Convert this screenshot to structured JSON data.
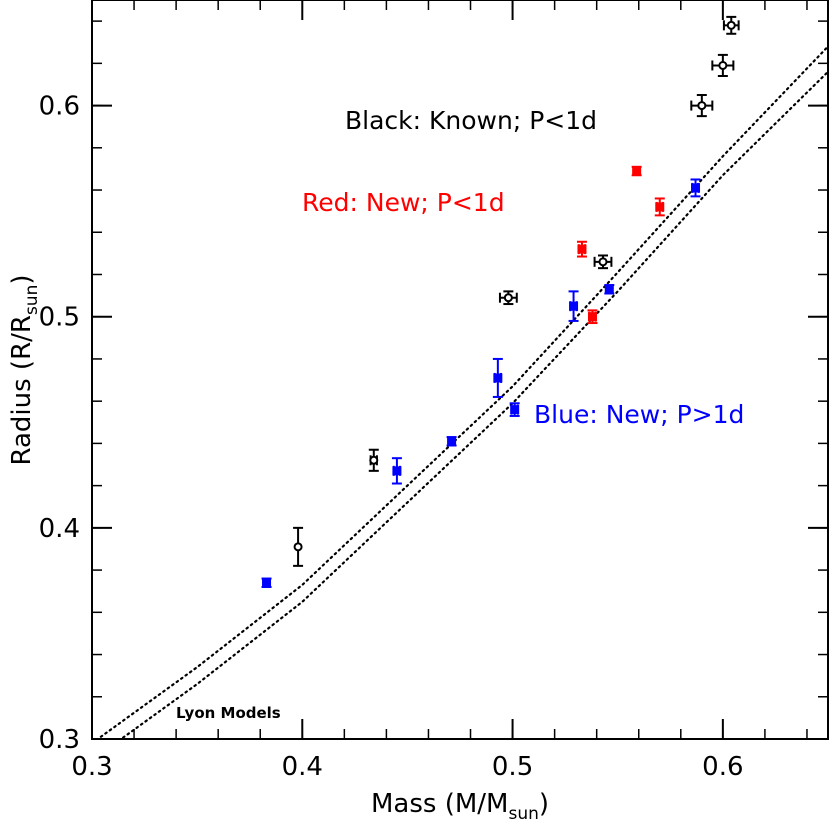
{
  "chart_data": {
    "type": "scatter",
    "xlabel": {
      "text": "Mass (M/M",
      "sub": "sun",
      "close": ")"
    },
    "ylabel": {
      "text": "Radius (R/R",
      "sub": "sun",
      "close": ")"
    },
    "xlim": [
      0.3,
      0.65
    ],
    "ylim": [
      0.3,
      0.65
    ],
    "x_ticks": [
      {
        "value": 0.3,
        "label": "0.3"
      },
      {
        "value": 0.4,
        "label": "0.4"
      },
      {
        "value": 0.5,
        "label": "0.5"
      },
      {
        "value": 0.6,
        "label": "0.6"
      }
    ],
    "y_ticks": [
      {
        "value": 0.3,
        "label": "0.3"
      },
      {
        "value": 0.4,
        "label": "0.4"
      },
      {
        "value": 0.5,
        "label": "0.5"
      },
      {
        "value": 0.6,
        "label": "0.6"
      }
    ],
    "x_minor_step": 0.02,
    "y_minor_step": 0.02,
    "annotations": [
      {
        "text": "Black: Known; P<1d",
        "color": "#000000"
      },
      {
        "text": "Red: New; P<1d",
        "color": "#ff0000"
      },
      {
        "text": "Blue: New; P>1d",
        "color": "#0000ff"
      },
      {
        "text": "Lyon Models",
        "color": "#000000"
      }
    ],
    "series": [
      {
        "color": "#000000",
        "marker": "open-circle",
        "points": [
          {
            "x": 0.398,
            "y": 0.391,
            "xerr": 0.0,
            "yerr": 0.009
          },
          {
            "x": 0.434,
            "y": 0.432,
            "xerr": 0.0015,
            "yerr": 0.005
          },
          {
            "x": 0.498,
            "y": 0.509,
            "xerr": 0.004,
            "yerr": 0.003
          },
          {
            "x": 0.543,
            "y": 0.526,
            "xerr": 0.004,
            "yerr": 0.003
          },
          {
            "x": 0.59,
            "y": 0.6,
            "xerr": 0.005,
            "yerr": 0.005
          },
          {
            "x": 0.6,
            "y": 0.619,
            "xerr": 0.005,
            "yerr": 0.005
          },
          {
            "x": 0.604,
            "y": 0.638,
            "xerr": 0.0035,
            "yerr": 0.004
          }
        ]
      },
      {
        "color": "#ff0000",
        "marker": "filled-square",
        "points": [
          {
            "x": 0.533,
            "y": 0.532,
            "xerr": 0.0015,
            "yerr": 0.0035
          },
          {
            "x": 0.538,
            "y": 0.5,
            "xerr": 0.0015,
            "yerr": 0.003
          },
          {
            "x": 0.559,
            "y": 0.569,
            "xerr": 0.0015,
            "yerr": 0.002
          },
          {
            "x": 0.57,
            "y": 0.552,
            "xerr": 0.0015,
            "yerr": 0.004
          }
        ]
      },
      {
        "color": "#0000ff",
        "marker": "filled-square",
        "points": [
          {
            "x": 0.383,
            "y": 0.374,
            "xerr": 0.0015,
            "yerr": 0.002
          },
          {
            "x": 0.445,
            "y": 0.427,
            "xerr": 0.0015,
            "yerr": 0.006
          },
          {
            "x": 0.471,
            "y": 0.441,
            "xerr": 0.0015,
            "yerr": 0.002
          },
          {
            "x": 0.493,
            "y": 0.471,
            "xerr": 0.0015,
            "yerr": 0.009
          },
          {
            "x": 0.501,
            "y": 0.456,
            "xerr": 0.0015,
            "yerr": 0.003
          },
          {
            "x": 0.529,
            "y": 0.505,
            "xerr": 0.0015,
            "yerr": 0.007
          },
          {
            "x": 0.546,
            "y": 0.513,
            "xerr": 0.0015,
            "yerr": 0.002
          },
          {
            "x": 0.587,
            "y": 0.561,
            "xerr": 0.0015,
            "yerr": 0.004
          }
        ]
      }
    ],
    "model_curves": [
      {
        "style": "dotted",
        "points": [
          [
            0.3,
            0.298
          ],
          [
            0.35,
            0.334
          ],
          [
            0.4,
            0.373
          ],
          [
            0.45,
            0.42
          ],
          [
            0.5,
            0.467
          ],
          [
            0.55,
            0.521
          ],
          [
            0.6,
            0.576
          ],
          [
            0.65,
            0.628
          ]
        ]
      },
      {
        "style": "dotted",
        "points": [
          [
            0.3,
            0.29
          ],
          [
            0.35,
            0.326
          ],
          [
            0.4,
            0.365
          ],
          [
            0.45,
            0.412
          ],
          [
            0.5,
            0.459
          ],
          [
            0.55,
            0.512
          ],
          [
            0.6,
            0.567
          ],
          [
            0.65,
            0.616
          ]
        ]
      }
    ]
  }
}
